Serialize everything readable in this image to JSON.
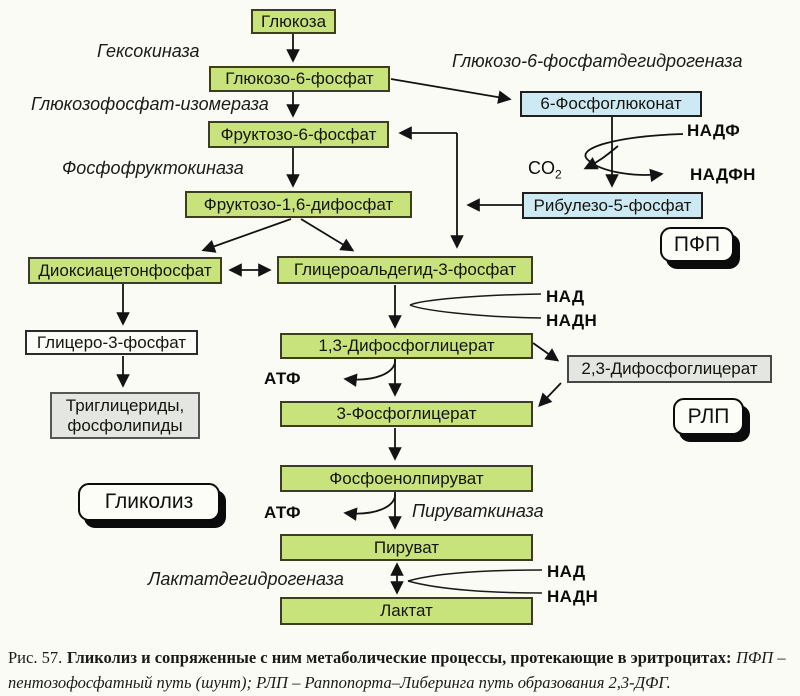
{
  "colors": {
    "box_green": "#c9e37c",
    "box_blue": "#cdeaf4",
    "box_gray": "#e4e6e2",
    "box_white": "#fbfbf7",
    "line_dark": "#141414",
    "background": "#fbfbf5"
  },
  "nodes": {
    "glucose": "Глюкоза",
    "g6p": "Глюкозо-6-фосфат",
    "f6p": "Фруктозо-6-фосфат",
    "f16dp": "Фруктозо-1,6-дифосфат",
    "dhap": "Диоксиацетонфосфат",
    "ga3p": "Глицероальдегид-3-фосфат",
    "g3p": "Глицеро-3-фосфат",
    "triglycerides_line1": "Триглицериды,",
    "triglycerides_line2": "фосфолипиды",
    "bpg13": "1,3-Дифосфоглицерат",
    "bpg23": "2,3-Дифосфоглицерат",
    "pg3": "3-Фосфоглицерат",
    "pep": "Фосфоенолпируват",
    "pyruvate": "Пируват",
    "lactate": "Лактат",
    "sixpg": "6-Фосфоглюконат",
    "ru5p": "Рибулезо-5-фосфат"
  },
  "enzymes": {
    "hexokinase": "Гексокиназа",
    "gpi": "Глюкозофосфат-изомераза",
    "pfk": "Фосфофруктокиназа",
    "g6pd": "Глюкозо-6-фосфатдегидрогеназа",
    "pk": "Пируваткиназа",
    "ldh": "Лактатдегидрогеназа"
  },
  "cofactors": {
    "nadp": "НАДФ",
    "nadph": "НАДФН",
    "co2_base": "CO",
    "co2_sub": "2",
    "nad": "НАД",
    "nadh": "НАДН",
    "atp": "АТФ"
  },
  "badges": {
    "pfp": "ПФП",
    "rlp": "РЛП",
    "glycolysis": "Гликолиз"
  },
  "caption": {
    "prefix": "Рис. 57.",
    "title": "Гликолиз и сопряженные с ним метаболические процессы, протекающие в эритроцитах:",
    "note": "ПФП – пентозофосфатный путь (шунт); РЛП – Раппопорта–Либеринга путь образования 2,3-ДФГ."
  }
}
